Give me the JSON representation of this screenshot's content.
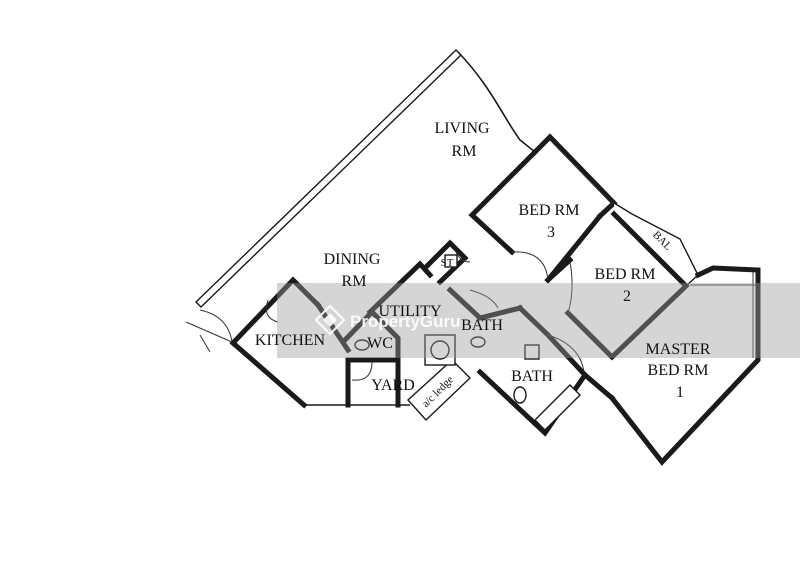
{
  "rooms": {
    "living": [
      "LIVING",
      "RM"
    ],
    "dining": [
      "DINING",
      "RM"
    ],
    "bed3": [
      "BED RM",
      "3"
    ],
    "bed2": [
      "BED RM",
      "2"
    ],
    "master": [
      "MASTER",
      "BED RM",
      "1"
    ],
    "kitchen": "KITCHEN",
    "utility": "UTILITY",
    "wc": "WC",
    "yard": "YARD",
    "bath_upper": "BATH",
    "bath_lower": "BATH",
    "st": "ST",
    "bal": "BAL",
    "ac_ledge": "a/c ledge"
  },
  "watermark": {
    "text": "PropertyGuru",
    "logo_icon": "propertyguru-logo-icon"
  },
  "colors": {
    "line": "#1a1a1a",
    "background": "#ffffff",
    "watermark_band": "#9a9a9a"
  }
}
